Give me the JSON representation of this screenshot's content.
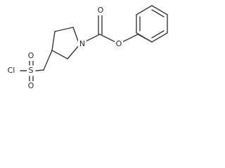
{
  "molecule": {
    "atoms": {
      "nitrogen": "N",
      "carbonyl_oxygen": "O",
      "ester_oxygen": "O",
      "sulfur": "S",
      "sulfonyl_oxygen_top": "O",
      "sulfonyl_oxygen_bottom": "O",
      "chlorine": "Cl"
    }
  }
}
